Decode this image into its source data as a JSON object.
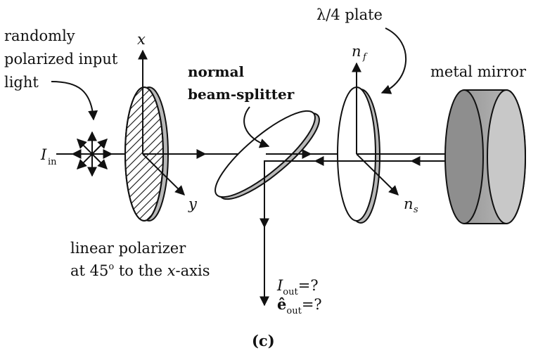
{
  "labels": {
    "input_line1": "randomly",
    "input_line2": "polarized input",
    "input_line3": "light",
    "x_axis": "x",
    "y_axis": "y",
    "I_in_main": "I",
    "I_in_sub": "in",
    "splitter_line1": "normal",
    "splitter_line2": "beam-splitter",
    "plate_label": "λ/4 plate",
    "nf_main": "n",
    "nf_sub": "f",
    "ns_main": "n",
    "ns_sub": "s",
    "mirror_label": "metal mirror",
    "polarizer_line1": "linear polarizer",
    "polarizer_line2_a": "at 45",
    "polarizer_line2_deg": "o",
    "polarizer_line2_b": " to the ",
    "polarizer_line2_x": "x",
    "polarizer_line2_c": "-axis",
    "I_out_main": "I",
    "I_out_sub": "out",
    "I_out_rest": "=?",
    "e_out_main": "ê",
    "e_out_sub": "out",
    "e_out_rest": "=?",
    "caption": "(c)"
  }
}
